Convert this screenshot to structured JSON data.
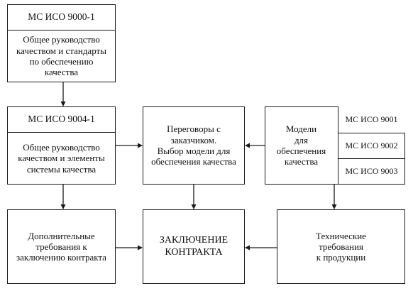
{
  "boxes": {
    "iso9000": {
      "title": "МС ИСО 9000-1",
      "body": "Общее руководство\nкачеством и стандарты\nпо обеспечению\nкачества"
    },
    "iso9004": {
      "title": "МС ИСО 9004-1",
      "body": "Общее руководство\nкачеством и элементы\nсистемы качества"
    },
    "negotiations": {
      "text": "Переговоры с\nзаказчиком.\nВыбор модели для\nобеспечения качества"
    },
    "models": {
      "text": "Модели\nдля\nобеспечения\nкачества",
      "standards": [
        "МС ИСО 9001",
        "МС ИСО 9002",
        "МС ИСО 9003"
      ]
    },
    "additional": {
      "text": "Дополнительные\nтребования к\nзаключению контракта"
    },
    "contract": {
      "text": "ЗАКЛЮЧЕНИЕ\nКОНТРАКТА"
    },
    "technical": {
      "text": "Технические\nтребования\nк продукции"
    }
  }
}
